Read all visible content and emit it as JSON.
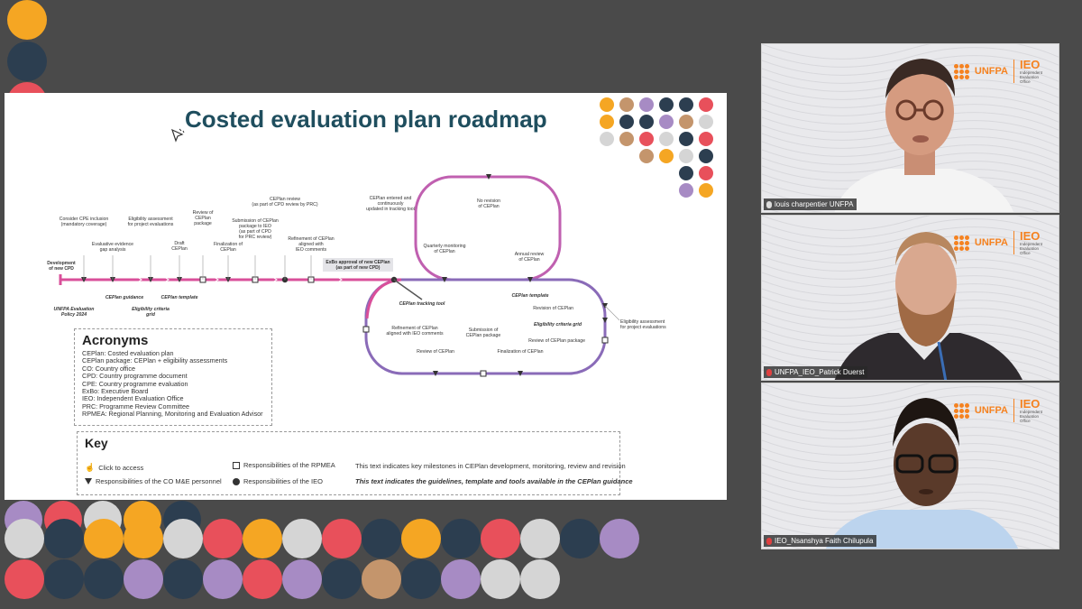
{
  "slide": {
    "title": "Costed evaluation plan roadmap",
    "timeline_labels": {
      "development": "Development\nof new CPD",
      "unfpa_policy": "UNFPA Evaluation\nPolicy 2024",
      "consider_cpe": "Consider CPE inclusion\n(mandatory coverage)",
      "evidence_gap": "Evaluative evidence\ngap analysis",
      "cplan_guidance": "CEPlan guidance",
      "eligibility_assessment": "Eligibility assessment\nfor project evaluations",
      "eligibility_grid": "Eligibility criteria\ngrid",
      "draft": "Draft\nCEPlan",
      "template": "CEPlan template",
      "review_package": "Review of\nCEPlan\npackage",
      "finalization": "Finalization of\nCEPlan",
      "submission_ieo": "Submission of CEPlan\npackage to IEO\n(as part of CPD\nfor PRC review)",
      "cpd_review": "CEPlan review\n(as part of CPD review by PRC)",
      "refinement_ieo": "Refinement of CEPlan\naligned with\nIEO comments",
      "exbo_approval": "ExBo approval of new CEPlan\n(as part of new CPD)",
      "entered_tracking": "CEPlan entered and\ncontinuously\nupdated in tracking tool",
      "no_revision": "No revision\nof CEPlan",
      "quarterly": "Quarterly monitoring\nof CEPlan",
      "annual_review": "Annual review\nof CEPlan",
      "tracking_tool": "CEPlan tracking tool",
      "template2": "CEPlan template",
      "revision": "Revision of CEPlan",
      "eligibility_grid2": "Eligibility criteria grid",
      "review_package2": "Review of CEPlan package",
      "eligibility_assessment2": "Eligibility assessment\nfor project evaluations",
      "refinement2": "Refinement of CEPlan\naligned with IEO comments",
      "submission_package": "Submission of\nCEPlan package",
      "review_ceplan": "Review of CEPlan",
      "finalization2": "Finalization of CEPlan"
    },
    "acronyms": {
      "title": "Acronyms",
      "items": [
        "CEPlan: Costed evaluation plan",
        "CEPlan package: CEPlan + eligibility assessments",
        "CO:  Country office",
        "CPD: Country programme document",
        "CPE: Country programme evaluation",
        "ExBo: Executive Board",
        "IEO: Independent Evaluation Office",
        "PRC: Programme Review Committee",
        "RPMEA: Regional Planning, Monitoring and Evaluation Advisor"
      ]
    },
    "key": {
      "title": "Key",
      "click_to_access": "Click to access",
      "co_responsibilities": "Responsibilities of the CO M&E personnel",
      "rpmea_responsibilities": "Responsibilities of the RPMEA",
      "ieo_responsibilities": "Responsibilities of the IEO",
      "milestones_text": "This text indicates key milestones in CEPlan development, monitoring, review and revision",
      "guidance_text": "This text indicates the guidelines, template and tools available in the CEPlan guidance"
    }
  },
  "participants": [
    {
      "name": "louis charpentier UNFPA",
      "mic": "muted"
    },
    {
      "name": "UNFPA_IEO_Patrick Duerst",
      "mic": "muted"
    },
    {
      "name": "IEO_Nsanshya Faith Chilupula",
      "mic": "muted"
    }
  ],
  "logos": {
    "unfpa": "UNFPA",
    "ieo": "IEO",
    "ieo_sub": "Independent\nEvaluation\nOffice"
  },
  "colors": {
    "accent_pink": "#d94f9a",
    "accent_purple": "#8a6bb8",
    "title_teal": "#1f4e5e",
    "unfpa_orange": "#f58220",
    "dot_orange": "#f5a623",
    "dot_navy": "#2c3e50",
    "dot_coral": "#e8505b",
    "dot_grey": "#d5d5d5",
    "dot_lavender": "#a78bc4",
    "dot_tan": "#c4956c"
  }
}
